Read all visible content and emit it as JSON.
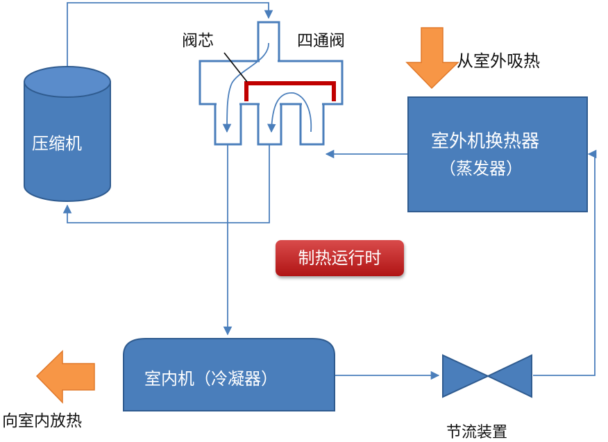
{
  "labels": {
    "compressor": "压缩机",
    "valve_core": "阀芯",
    "four_way_valve": "四通阀",
    "heat_absorb": "从室外吸热",
    "outdoor_exchanger_line1": "室外机换热器",
    "outdoor_exchanger_line2": "（蒸发器）",
    "indoor_unit": "室内机（冷凝器）",
    "heat_release": "向室内放热",
    "throttle_device": "节流装置",
    "mode": "制热运行时"
  },
  "colors": {
    "component_fill": "#4a7ebb",
    "component_stroke": "#2f5b8f",
    "flow_line": "#4a7ebb",
    "valve_core_bar": "#c00000",
    "heat_arrow": "#f79646",
    "mode_badge": "#c0392b"
  }
}
